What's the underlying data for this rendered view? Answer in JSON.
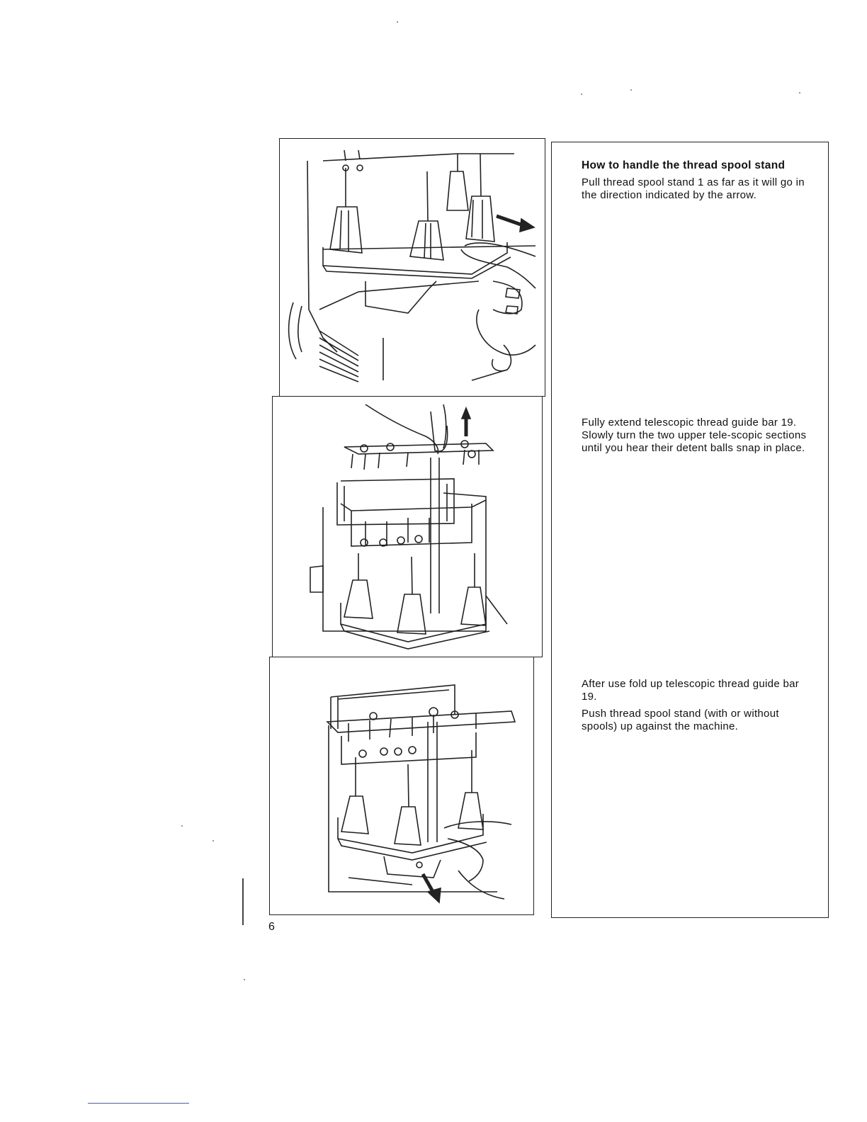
{
  "page": {
    "page_number": "6"
  },
  "sections": [
    {
      "heading": "How to handle the thread spool stand",
      "paragraphs": [
        "Pull thread spool stand 1 as far as it will go in the direction indicated by the arrow."
      ]
    },
    {
      "heading": "",
      "paragraphs": [
        "Fully extend telescopic thread guide bar 19. Slowly turn the two upper tele-scopic sections until you hear their detent balls snap in place."
      ]
    },
    {
      "heading": "",
      "paragraphs": [
        "After use fold up telescopic thread guide bar 19.",
        "Push thread spool stand (with or without spools) up against the machine."
      ]
    }
  ],
  "figures": [
    {
      "icon": "spool-stand-pull-illustration"
    },
    {
      "icon": "telescopic-guide-extend-illustration"
    },
    {
      "icon": "spool-stand-push-illustration"
    }
  ]
}
